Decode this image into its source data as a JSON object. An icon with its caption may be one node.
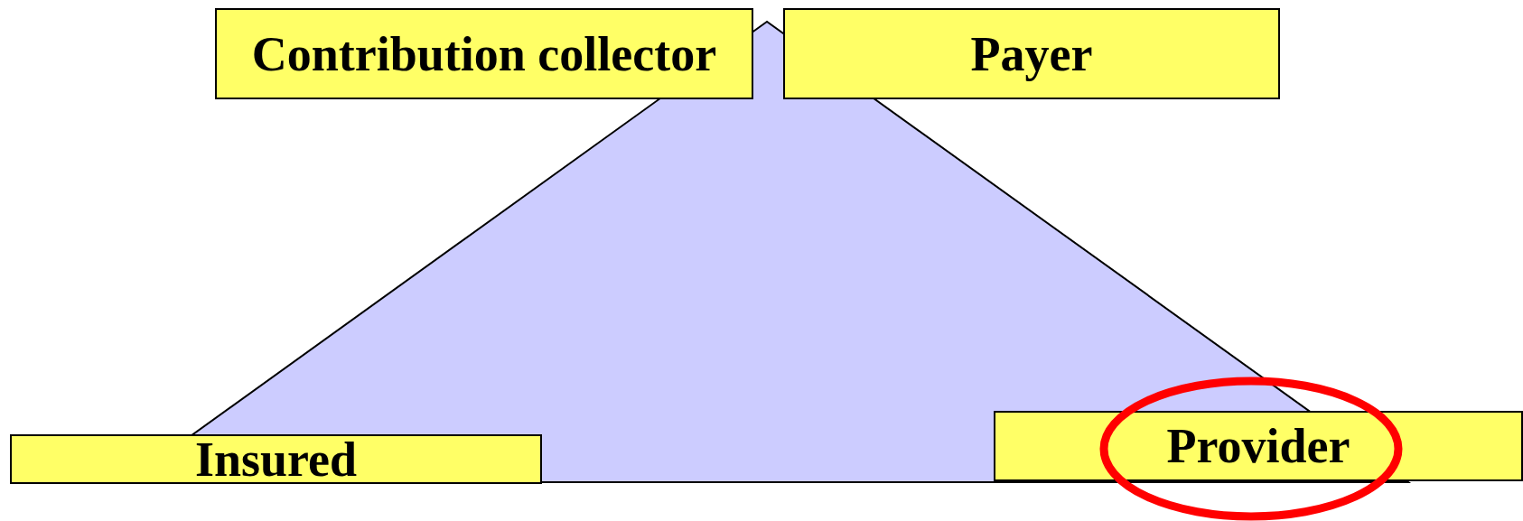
{
  "diagram": {
    "nodes": [
      {
        "text": [
          "Contribution collector"
        ]
      },
      {
        "text": [
          "Payer"
        ]
      },
      {
        "text": [
          "Insured"
        ]
      },
      {
        "text": [
          "Provider"
        ]
      }
    ]
  }
}
